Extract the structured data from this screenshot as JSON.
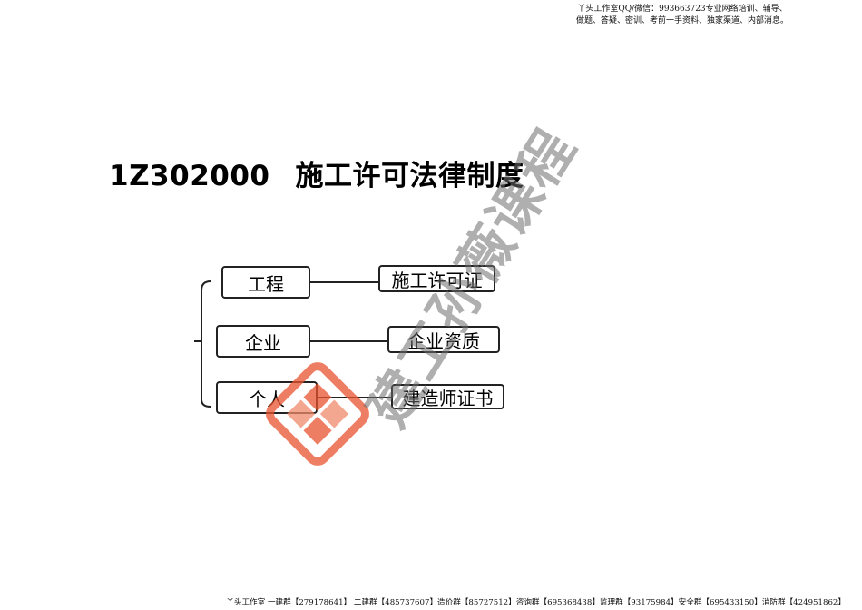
{
  "header_note": {
    "line1": "丫头工作室QQ/微信：993663723专业网络培训、辅导、",
    "line2": "做题、答疑、密训、考前一手资料、独家渠道、内部消息。"
  },
  "title": {
    "code": "1Z302000",
    "text": "施工许可法律制度"
  },
  "diagram": {
    "left_nodes": [
      "工程",
      "企业",
      "个人"
    ],
    "right_nodes": [
      "施工许可证",
      "企业资质",
      "建造师证书"
    ]
  },
  "watermark": {
    "text": "建工孙薇课程",
    "logo_icon": "diamond-cube-logo",
    "logo_color": "#e9542f"
  },
  "footer": {
    "text": "丫头工作室 一建群【279178641】 二建群【485737607】造价群【85727512】咨询群【695368438】监理群【93175984】安全群【695433150】消防群【424951862】"
  }
}
